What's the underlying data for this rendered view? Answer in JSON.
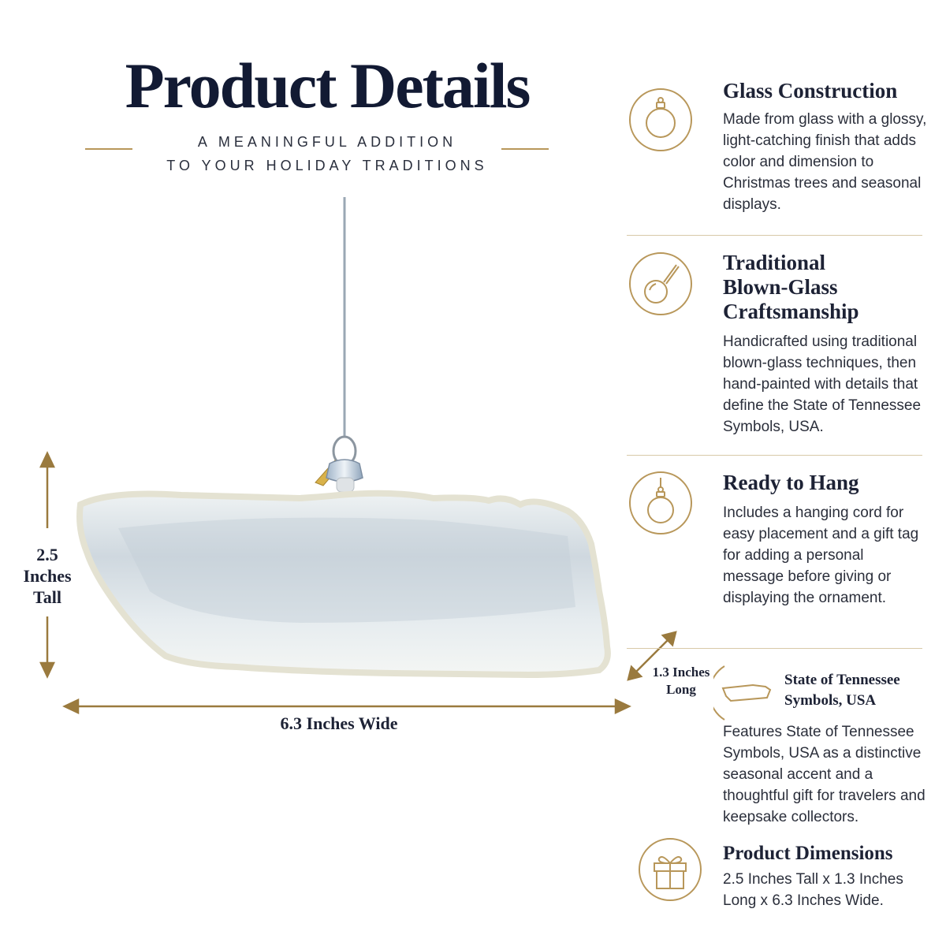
{
  "header": {
    "title": "Product Details",
    "subtitle_line1": "A MEANINGFUL ADDITION",
    "subtitle_line2": "TO YOUR HOLIDAY TRADITIONS"
  },
  "dimensions": {
    "tall_label": "2.5\nInches\nTall",
    "wide_label": "6.3 Inches Wide",
    "long_label": "1.3 Inches\nLong"
  },
  "features": [
    {
      "icon": "ornament-icon",
      "title": "Glass Construction",
      "body": "Made from glass with a glossy, light-catching finish that adds color and dimension to Christmas trees and seasonal displays."
    },
    {
      "icon": "glass-blowing-icon",
      "title": "Traditional Blown-Glass Craftsmanship",
      "body": "Handicrafted using traditional blown-glass techniques, then hand-painted with details that define the State of Tennessee Symbols, USA."
    },
    {
      "icon": "hanging-ornament-icon",
      "title": "Ready to Hang",
      "body": "Includes a hanging cord for easy placement and a gift tag for adding a personal message before giving or displaying the ornament."
    },
    {
      "icon": "tennessee-outline-icon",
      "title": "State of Tennessee Symbols, USA",
      "body": "Features State of Tennessee Symbols, USA as a distinctive seasonal accent and a thoughtful gift for travelers and keepsake collectors."
    },
    {
      "icon": "gift-box-icon",
      "title": "Product Dimensions",
      "body": "2.5 Inches Tall x 1.3 Inches Long x 6.3 Inches Wide."
    }
  ],
  "colors": {
    "accent_gold": "#b8975a",
    "title_navy": "#121a33",
    "text_dark": "#2b2f3b"
  }
}
